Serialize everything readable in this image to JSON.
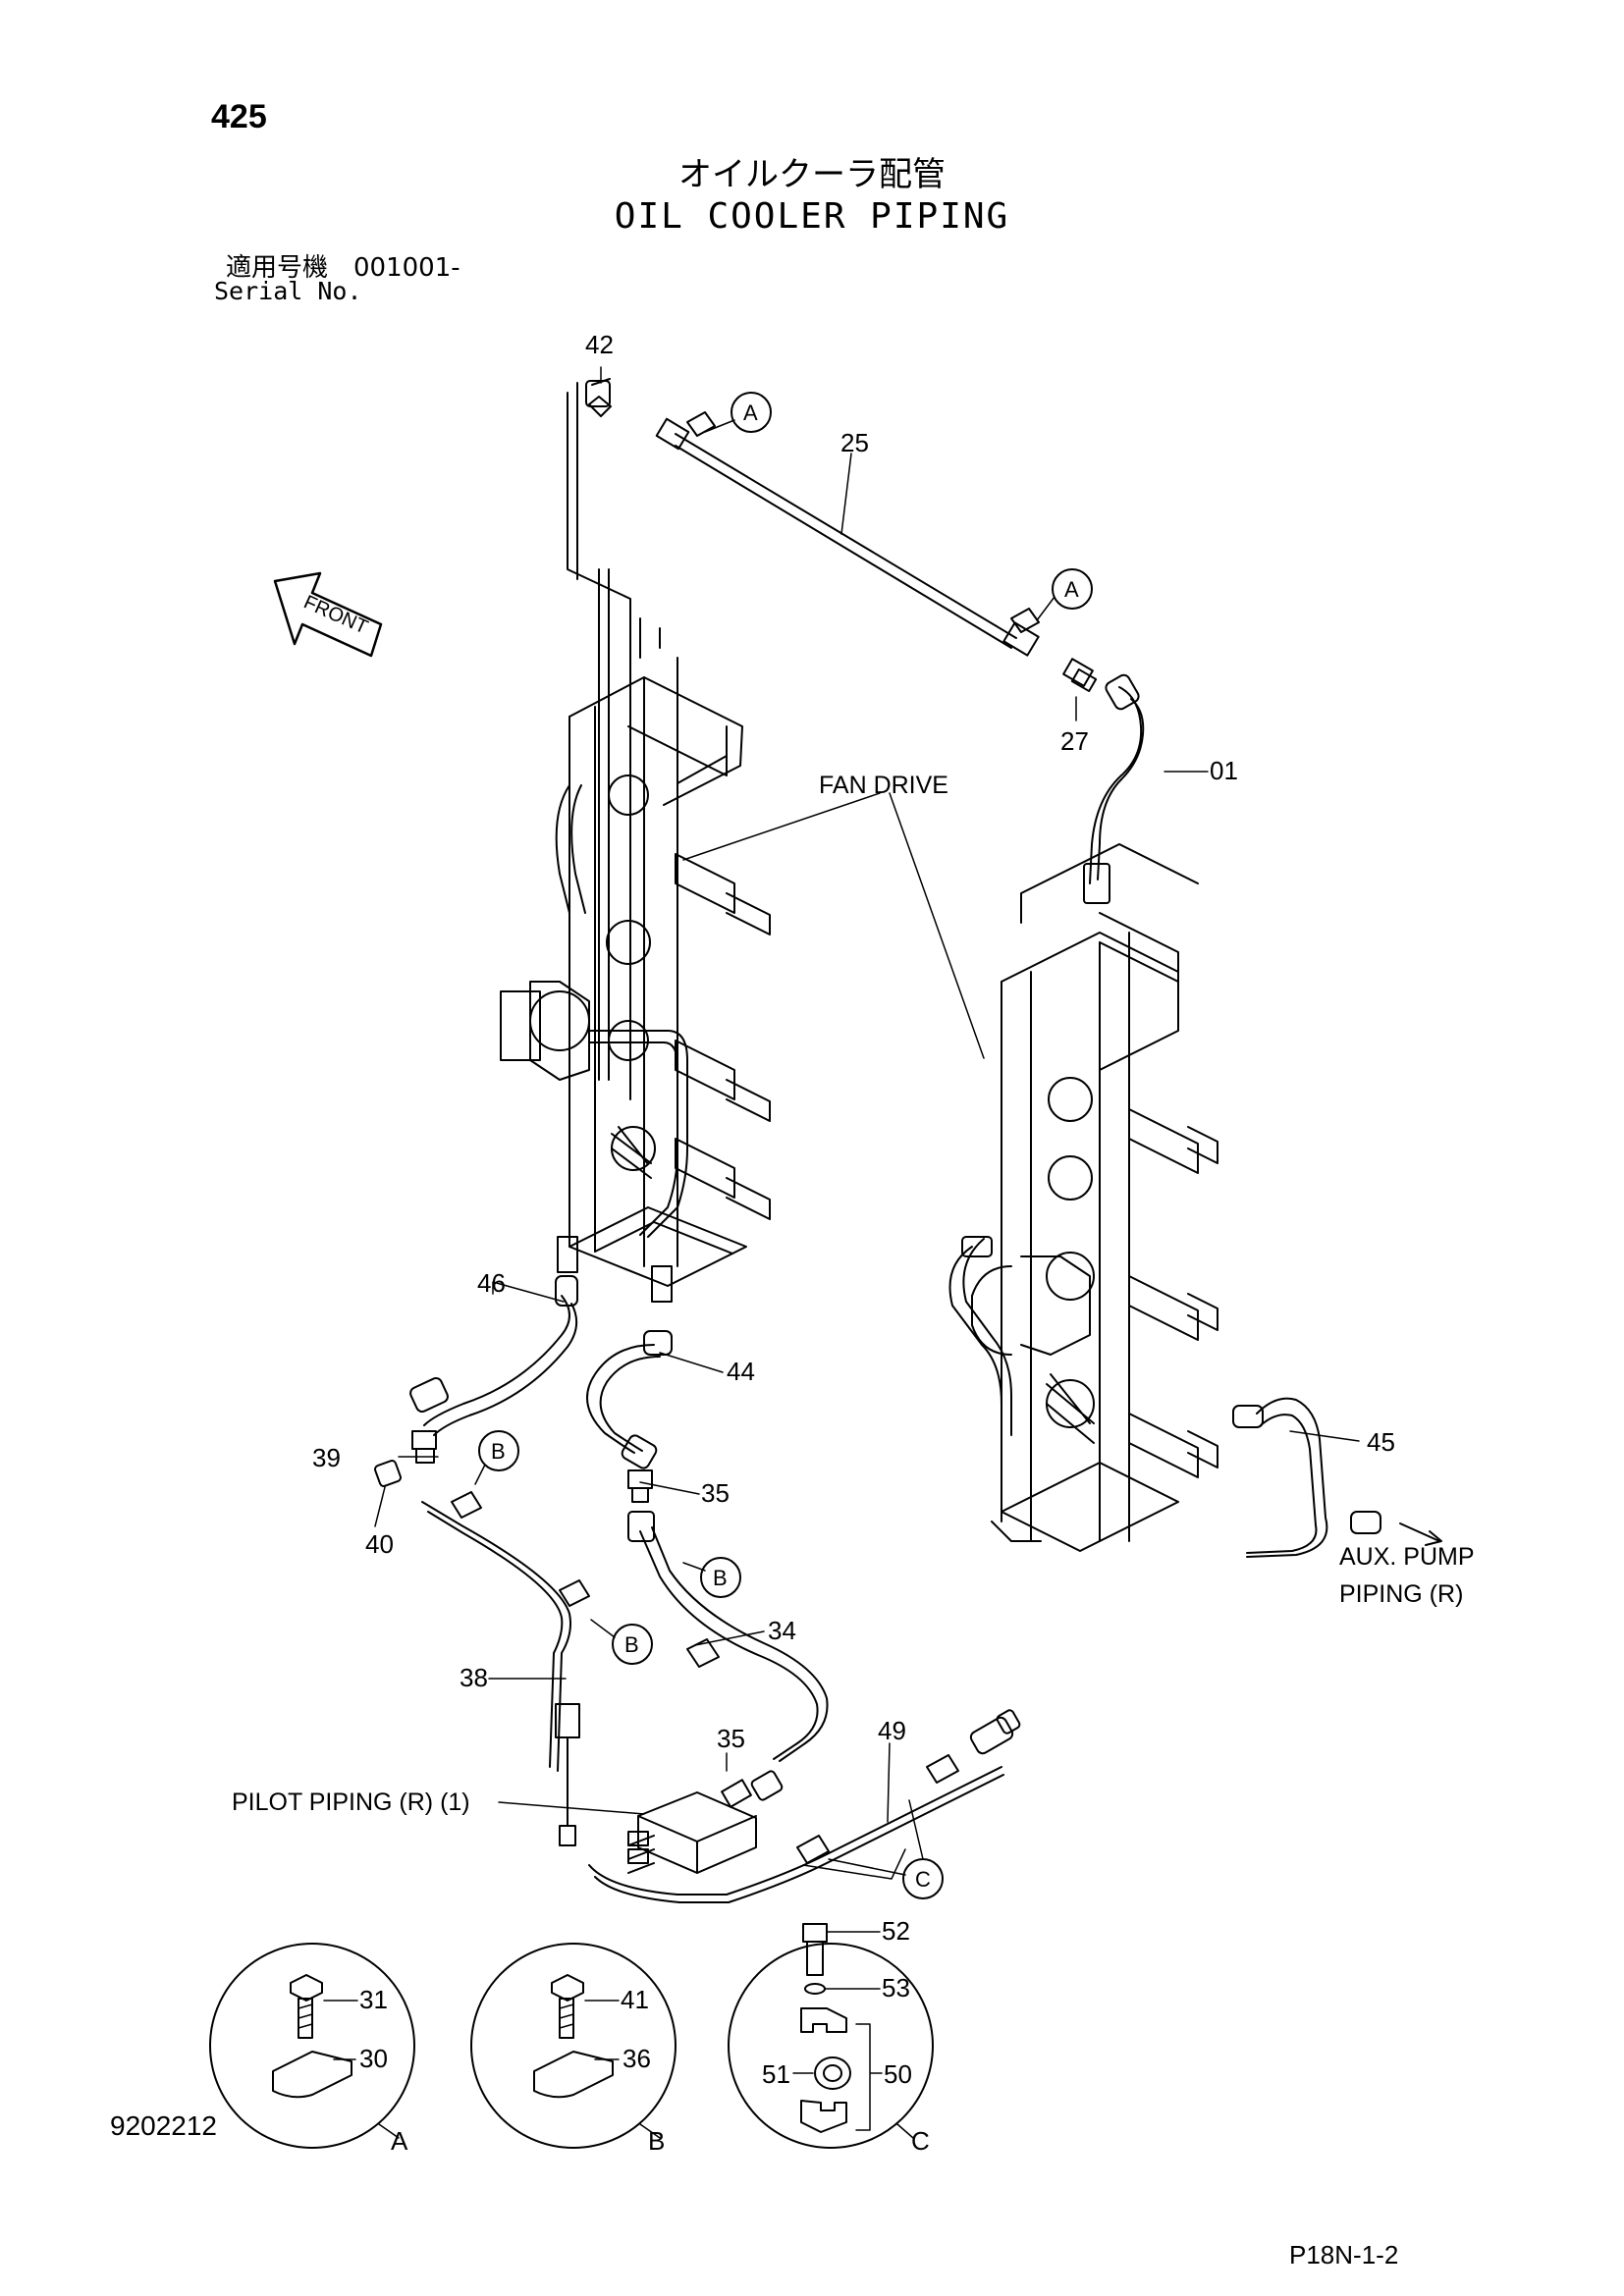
{
  "page_number": "425",
  "title_jp": "オイルクーラ配管",
  "title_en": "OIL COOLER PIPING",
  "serial_label_jp": "適用号機　001001-",
  "serial_label_en": "Serial No.",
  "drawing_code": "9202212",
  "page_code": "P18N-1-2",
  "direction_label": "FRONT",
  "callouts": {
    "fan_drive": "FAN DRIVE",
    "aux_pump": [
      "AUX. PUMP",
      "PIPING (R)"
    ],
    "pilot_piping": "PILOT PIPING (R) (1)"
  },
  "part_labels": {
    "p42": "42",
    "p25": "25",
    "p27": "27",
    "p01": "01",
    "p46": "46",
    "p44": "44",
    "p39": "39",
    "p40": "40",
    "p35a": "35",
    "p35b": "35",
    "p34": "34",
    "p38": "38",
    "p49": "49",
    "p45": "45",
    "p31": "31",
    "p30": "30",
    "p41": "41",
    "p36": "36",
    "p52": "52",
    "p53": "53",
    "p51": "51",
    "p50": "50"
  },
  "detail_markers": {
    "a1": "A",
    "a2": "A",
    "b1": "B",
    "b2": "B",
    "b3": "B",
    "c1": "C"
  },
  "detail_views": [
    "A",
    "B",
    "C"
  ]
}
